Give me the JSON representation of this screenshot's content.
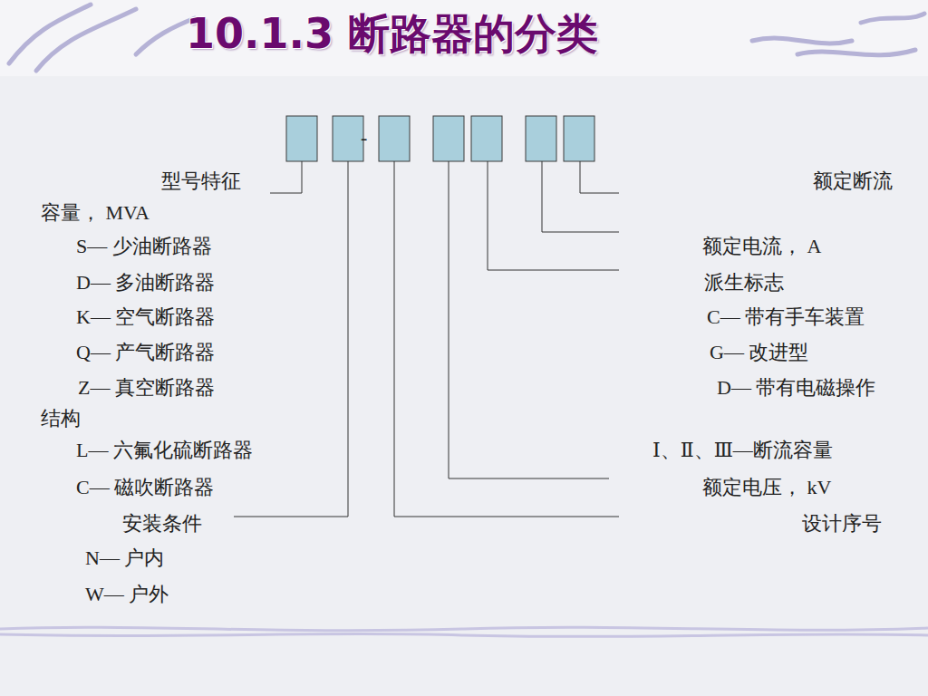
{
  "diagram": {
    "title": "10.1.3  断路器的分类",
    "labels": [
      "-",
      "型号特征",
      "额定断流",
      "容量， MVA",
      "S— 少油断路器",
      "额定电流， A",
      "D— 多油断路器",
      "派生标志",
      "K— 空气断路器",
      "C— 带有手车装置",
      "Q— 产气断路器",
      "G— 改进型",
      "Z— 真空断路器",
      "D— 带有电磁操作",
      "结构",
      "L— 六氟化硫断路器",
      "Ⅰ、Ⅱ、Ⅲ—断流容量",
      "C— 磁吹断路器",
      "额定电压， kV",
      "安装条件",
      "设计序号",
      "N— 户内",
      "W— 户外"
    ]
  }
}
